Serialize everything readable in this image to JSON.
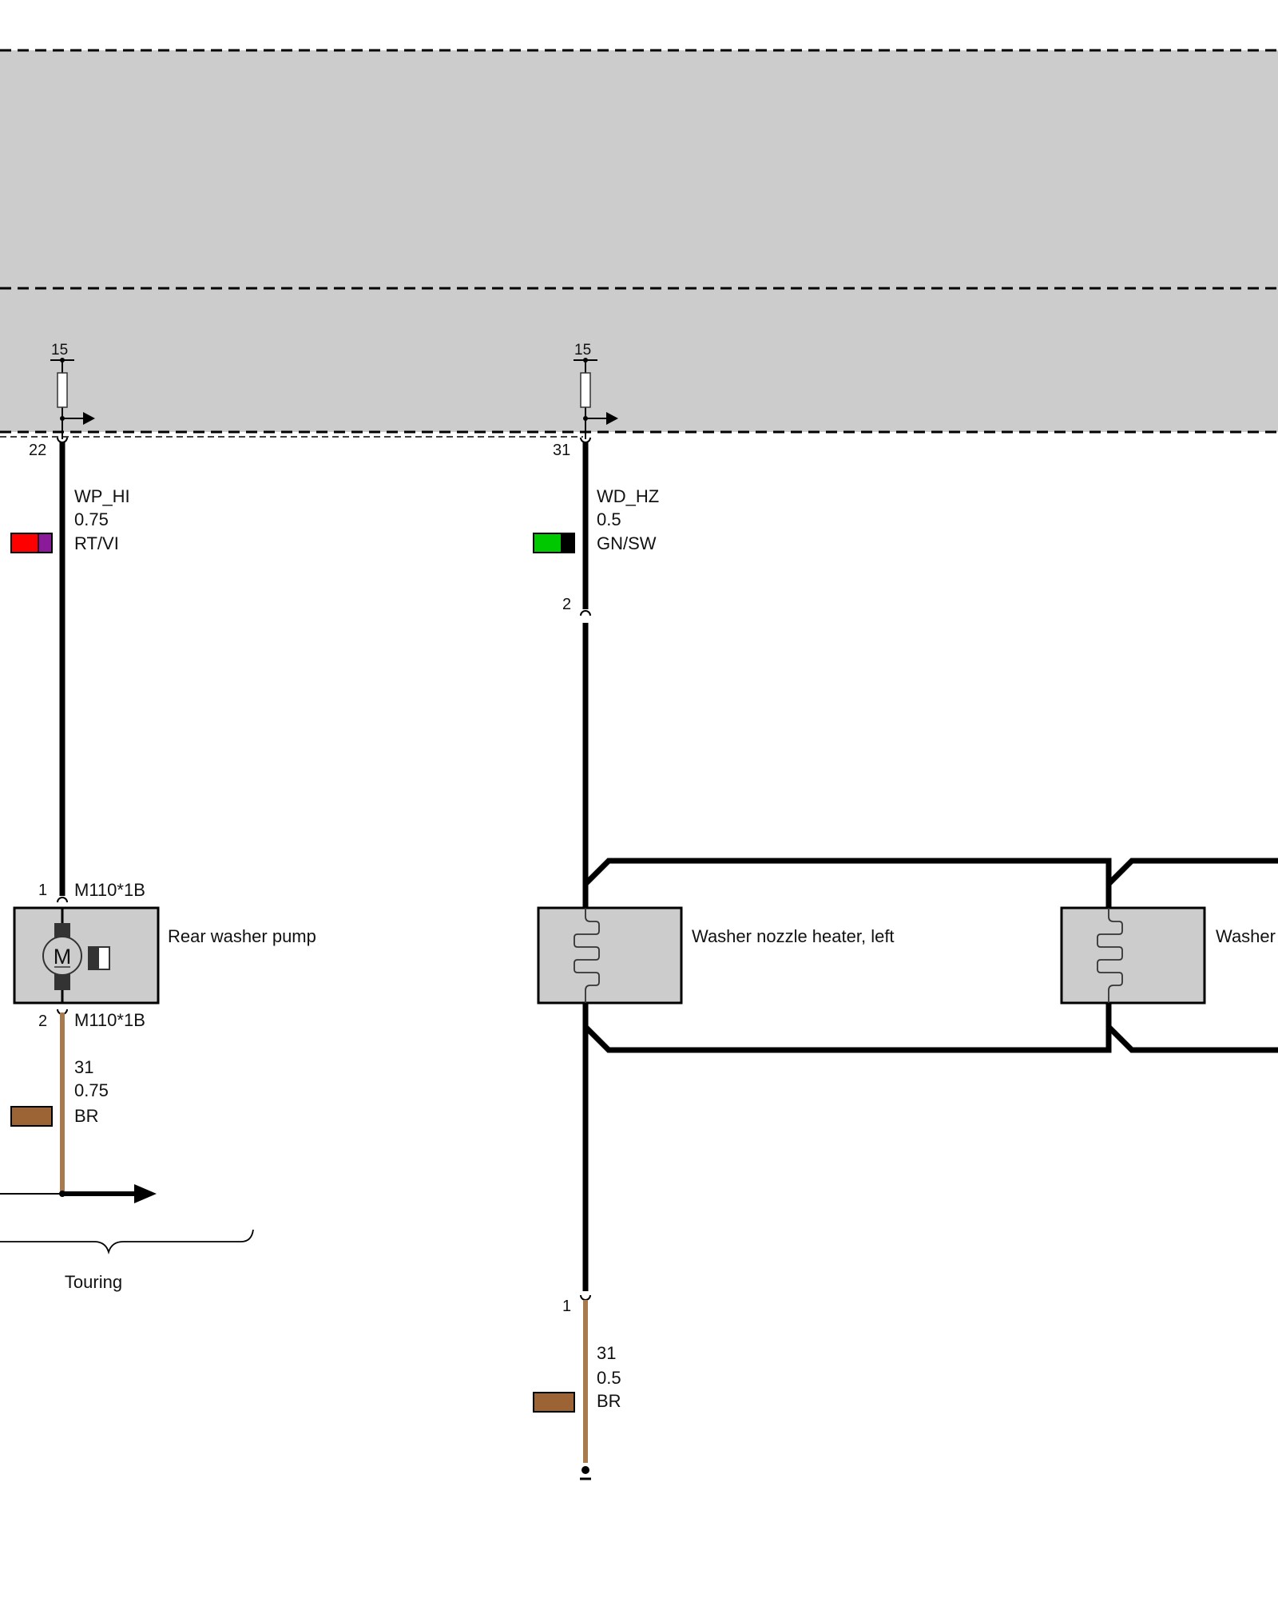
{
  "colors": {
    "module_fill": "#cccccc",
    "wire": "#000000",
    "brown_wire": "#a87a4c",
    "swatch_red": "#ff0000",
    "swatch_violet": "#8b1a9b",
    "swatch_green": "#00c800",
    "swatch_black": "#000000",
    "swatch_brown": "#9c6434"
  },
  "left_circuit": {
    "terminal": "15",
    "pin": "22",
    "wire_name": "WP_HI",
    "wire_size": "0.75",
    "wire_color": "RT/VI",
    "pump_pin_top": "1",
    "pump_connector_top": "M110*1B",
    "component": "Rear washer pump",
    "motor_symbol": "M",
    "pump_pin_bottom": "2",
    "pump_connector_bottom": "M110*1B",
    "ground_wire_name": "31",
    "ground_wire_size": "0.75",
    "ground_wire_color": "BR",
    "bracket_label": "Touring"
  },
  "right_circuit": {
    "terminal": "15",
    "pin": "31",
    "wire_name": "WD_HZ",
    "wire_size": "0.5",
    "wire_color": "GN/SW",
    "connector_pin_upper": "2",
    "heater_left": "Washer nozzle heater, left",
    "heater_right_partial": "Washer",
    "connector_pin_lower": "1",
    "ground_wire_name": "31",
    "ground_wire_size": "0.5",
    "ground_wire_color": "BR"
  }
}
